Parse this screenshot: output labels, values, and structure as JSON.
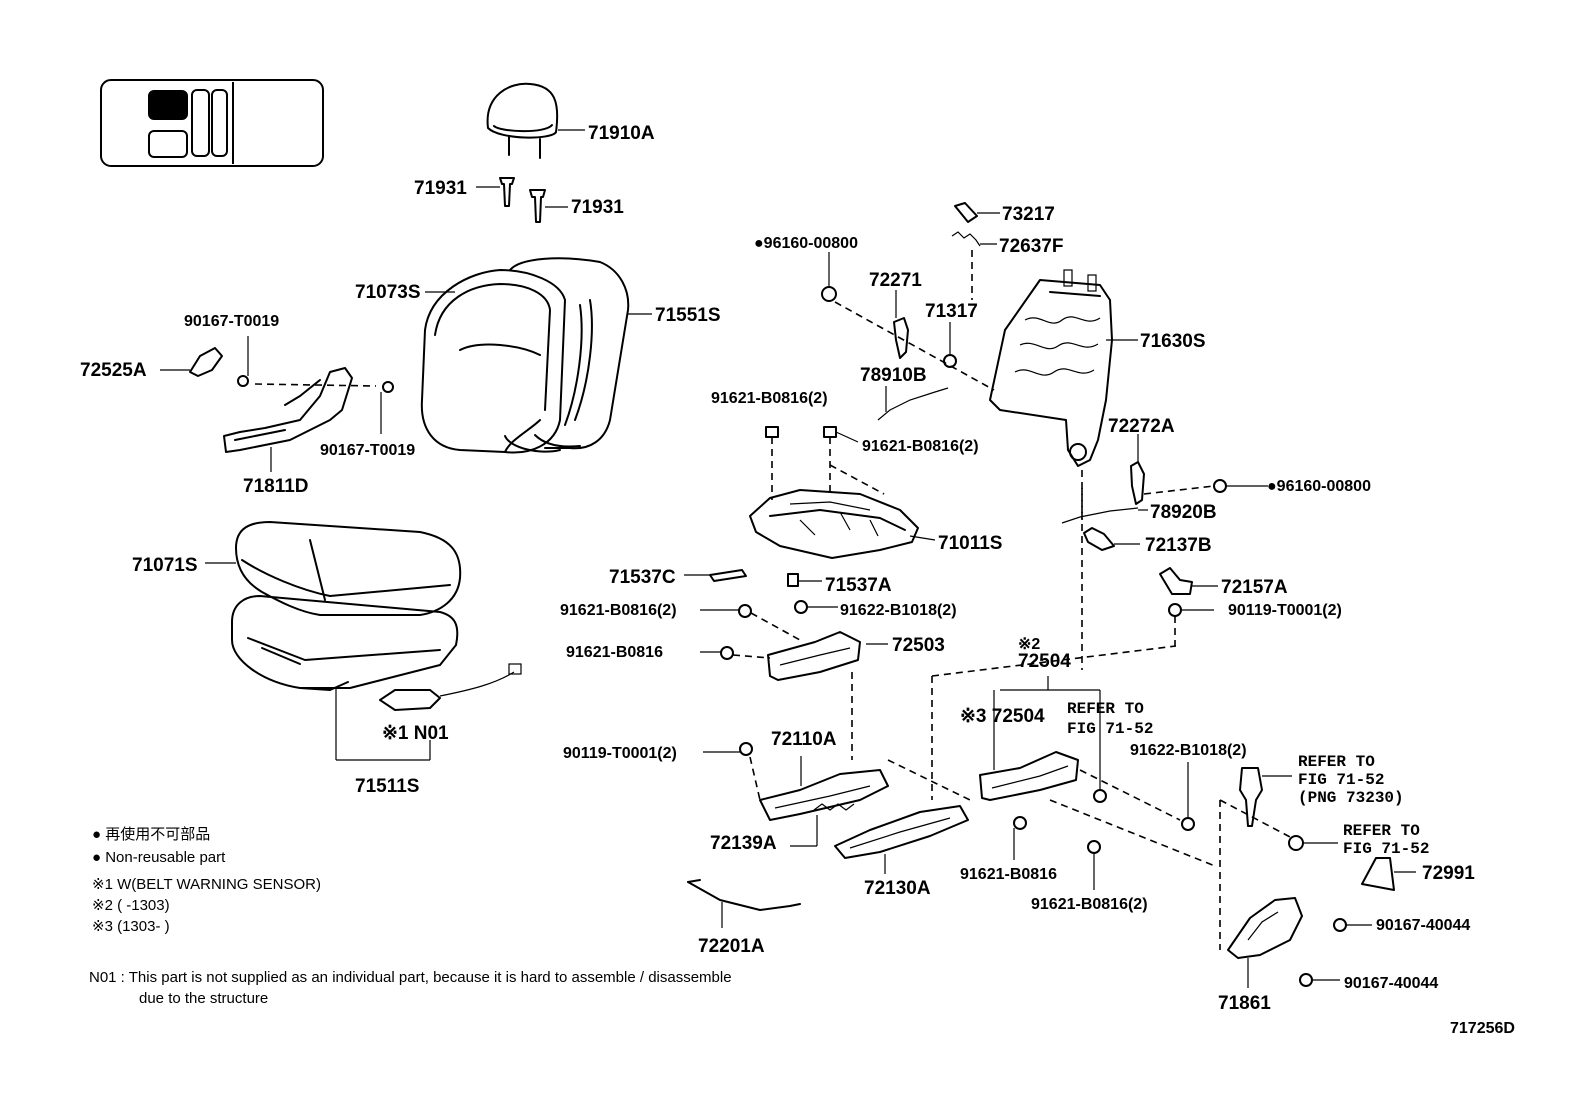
{
  "labels": {
    "p71910A": "71910A",
    "p71931a": "71931",
    "p71931b": "71931",
    "p71073S": "71073S",
    "p71551S": "71551S",
    "p90167_T0019a": "90167-T0019",
    "p90167_T0019b": "90167-T0019",
    "p72525A": "72525A",
    "p71811D": "71811D",
    "p71071S": "71071S",
    "p71511S": "71511S",
    "pN01": "※1 N01",
    "p73217": "73217",
    "p72637F": "72637F",
    "p96160a": "●96160-00800",
    "p72271": "72271",
    "p71317": "71317",
    "p71630S": "71630S",
    "p78910B": "78910B",
    "p91621_B0816_2a": "91621-B0816(2)",
    "p91621_B0816_2b": "91621-B0816(2)",
    "p72272A": "72272A",
    "p96160b": "●96160-00800",
    "p78920B": "78920B",
    "p71011S": "71011S",
    "p72137B": "72137B",
    "p71537C": "71537C",
    "p71537A": "71537A",
    "p72157A": "72157A",
    "p91621_B0816_2c": "91621-B0816(2)",
    "p91622_B1018_2a": "91622-B1018(2)",
    "p90119_T0001_2a": "90119-T0001(2)",
    "p91621_B0816": "91621-B0816",
    "p72503": "72503",
    "p72504a_mark": "※2",
    "p72504a": "72504",
    "p72504b": "※3 72504",
    "refer1_line1": "REFER TO",
    "refer1_line2": "FIG 71-52",
    "p91622_B1018_2b": "91622-B1018(2)",
    "refer2_line1": "REFER TO",
    "refer2_line2": "FIG 71-52",
    "refer2_line3": "(PNG 73230)",
    "p90119_T0001_2b": "90119-T0001(2)",
    "p72110A": "72110A",
    "refer3_line1": "REFER TO",
    "refer3_line2": "FIG 71-52",
    "p72139A": "72139A",
    "p72130A": "72130A",
    "p72991": "72991",
    "p91621_B0816_b": "91621-B0816",
    "p91621_B0816_2d": "91621-B0816(2)",
    "p90167_40044a": "90167-40044",
    "p90167_40044b": "90167-40044",
    "p72201A": "72201A",
    "p71861": "71861",
    "diagram_code": "717256D"
  },
  "legend": {
    "nonreusable_jp": "● 再使用不可部品",
    "nonreusable_en": "● Non-reusable part",
    "note1": "※1 W(BELT WARNING SENSOR)",
    "note2": "※2 (      -1303)",
    "note3": "※3 (1303-      )",
    "n01_line1": "N01 : This part is not supplied as an individual part, because it is hard to assemble / disassemble",
    "n01_line2": "due to the structure"
  }
}
